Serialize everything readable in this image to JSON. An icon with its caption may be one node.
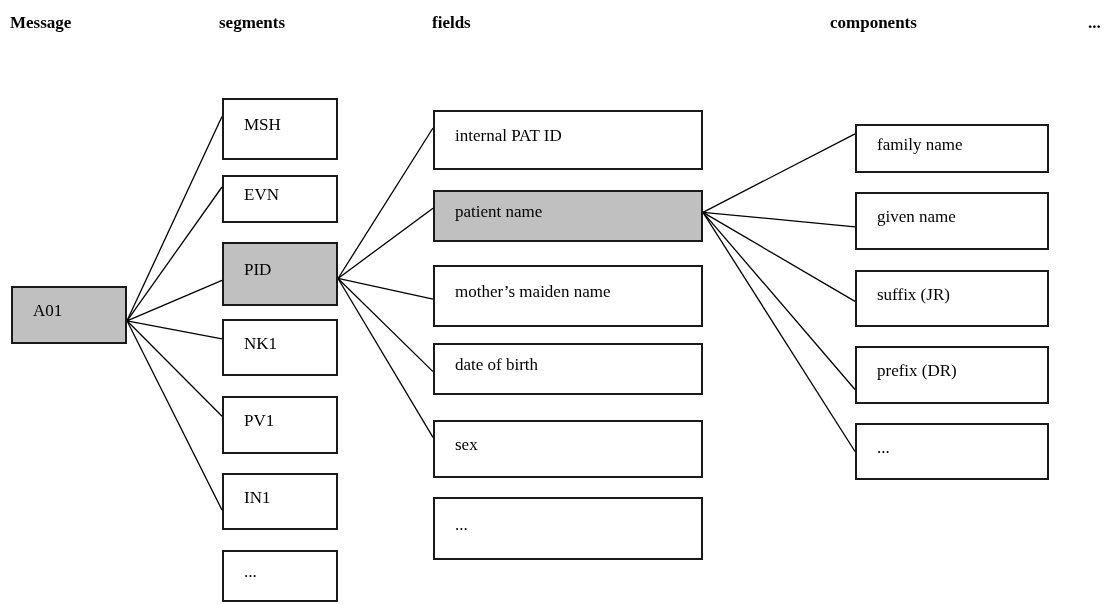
{
  "diagram": {
    "nodes": [
      {
        "text": [
          "A01"
        ]
      },
      {
        "text": [
          "MSH"
        ]
      },
      {
        "text": [
          "EVN"
        ]
      },
      {
        "text": [
          "PID"
        ]
      },
      {
        "text": [
          "NK1"
        ]
      },
      {
        "text": [
          "PV1"
        ]
      },
      {
        "text": [
          "IN1"
        ]
      },
      {
        "text": [
          "..."
        ]
      },
      {
        "text": [
          "internal PAT ID"
        ]
      },
      {
        "text": [
          "patient name"
        ]
      },
      {
        "text": [
          "mother’s maiden name"
        ]
      },
      {
        "text": [
          "date of birth"
        ]
      },
      {
        "text": [
          "sex"
        ]
      },
      {
        "text": [
          "..."
        ]
      },
      {
        "text": [
          "family name"
        ]
      },
      {
        "text": [
          "given name"
        ]
      },
      {
        "text": [
          "suffix (JR)"
        ]
      },
      {
        "text": [
          "prefix (DR)"
        ]
      },
      {
        "text": [
          "..."
        ]
      }
    ],
    "edges": [
      {
        "from": 0,
        "to": 1,
        "arrow": "none"
      },
      {
        "from": 0,
        "to": 2,
        "arrow": "none"
      },
      {
        "from": 0,
        "to": 3,
        "arrow": "none"
      },
      {
        "from": 0,
        "to": 4,
        "arrow": "none"
      },
      {
        "from": 0,
        "to": 5,
        "arrow": "none"
      },
      {
        "from": 0,
        "to": 6,
        "arrow": "none"
      },
      {
        "from": 3,
        "to": 8,
        "arrow": "none"
      },
      {
        "from": 3,
        "to": 9,
        "arrow": "none"
      },
      {
        "from": 3,
        "to": 10,
        "arrow": "none"
      },
      {
        "from": 3,
        "to": 11,
        "arrow": "none"
      },
      {
        "from": 3,
        "to": 12,
        "arrow": "none"
      },
      {
        "from": 9,
        "to": 14,
        "arrow": "none"
      },
      {
        "from": 9,
        "to": 15,
        "arrow": "none"
      },
      {
        "from": 9,
        "to": 16,
        "arrow": "none"
      },
      {
        "from": 9,
        "to": 17,
        "arrow": "none"
      },
      {
        "from": 9,
        "to": 18,
        "arrow": "none"
      }
    ],
    "labels": [
      "Message",
      "segments",
      "fields",
      "components",
      "..."
    ]
  }
}
